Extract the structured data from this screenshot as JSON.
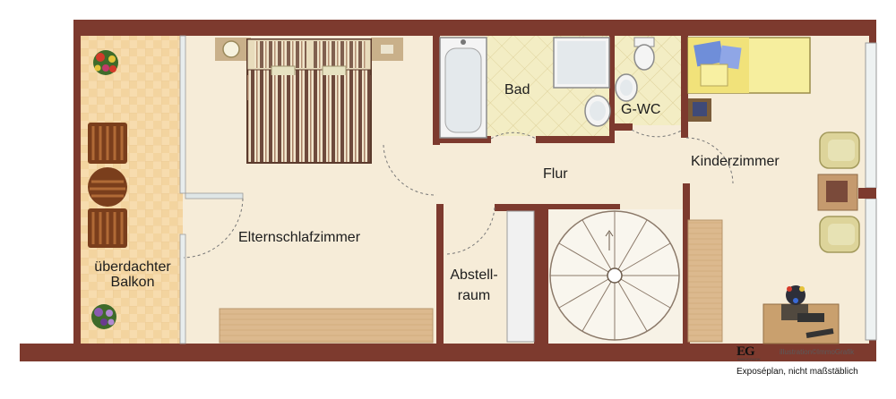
{
  "rooms": {
    "balcony_line1": "überdachter",
    "balcony_line2": "Balkon",
    "master_bedroom": "Elternschlafzimmer",
    "bathroom": "Bad",
    "guest_wc": "G-WC",
    "hallway": "Flur",
    "kids_room": "Kinderzimmer",
    "storage_line1": "Abstell-",
    "storage_line2": "raum"
  },
  "footer": {
    "logo": "EG",
    "logo_sub": "IMMOGRAFIK",
    "credit": "illustration©ImmoGrafik",
    "caption": "Exposéplan, nicht maßstäblich"
  },
  "colors": {
    "wall": "#7d3a2e",
    "floor": "#f6ecd8",
    "balcony_tile": "#f5d9a8",
    "bath_tile": "#f2ebbe",
    "wood": "#d9b489",
    "bed_stripe_dark": "#6e4a3c",
    "bed_stripe_light": "#f1e6cc"
  }
}
